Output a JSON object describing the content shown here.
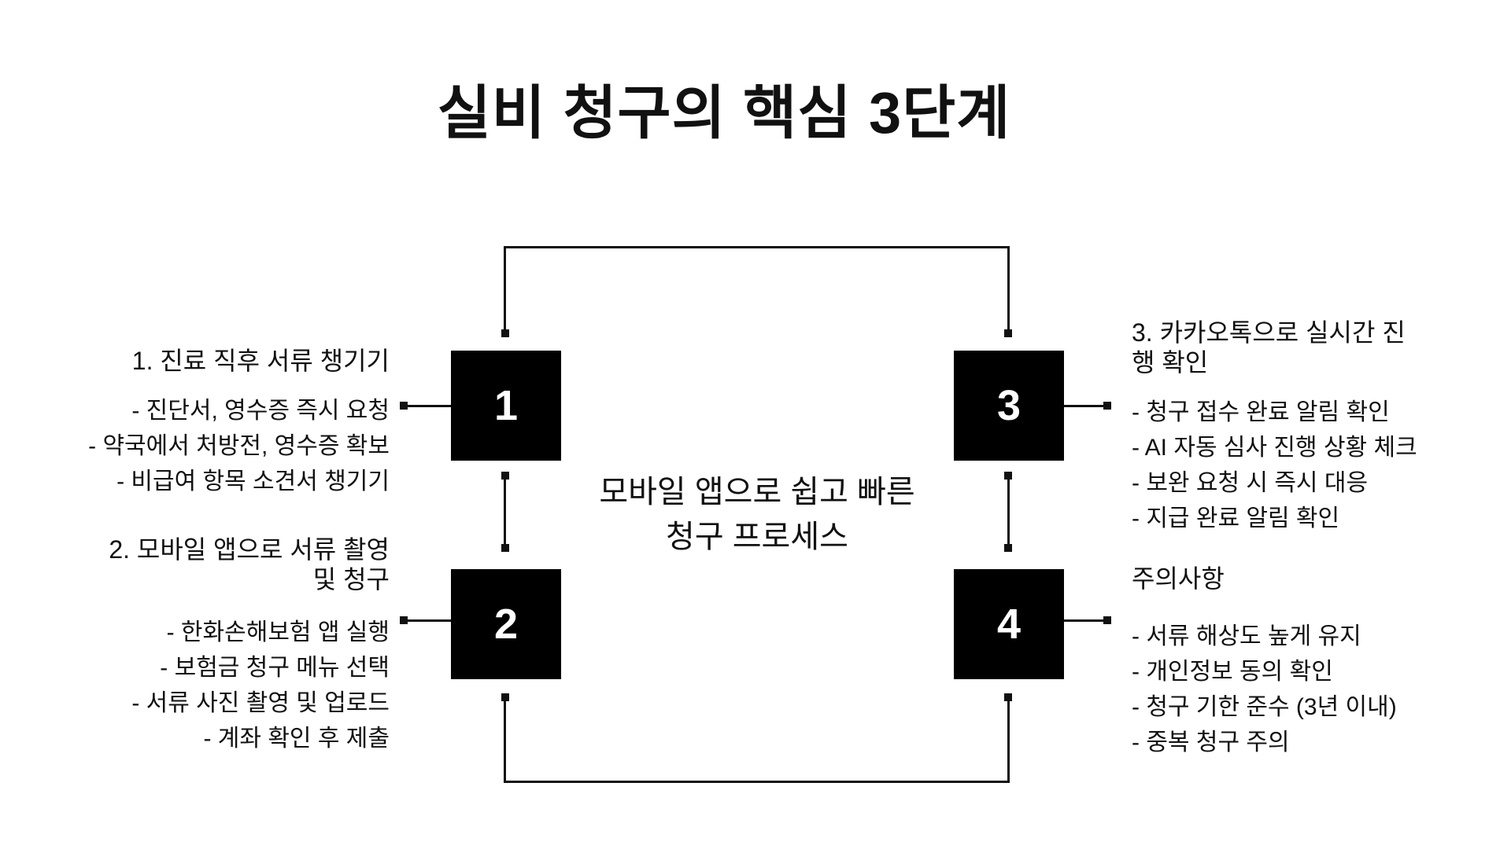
{
  "title": "실비 청구의 핵심 3단계",
  "center": {
    "lines": [
      "모바일 앱으로 쉽고 빠른",
      "청구 프로세스"
    ]
  },
  "boxes": [
    {
      "number": "1"
    },
    {
      "number": "2"
    },
    {
      "number": "3"
    },
    {
      "number": "4"
    }
  ],
  "sections": {
    "step1": {
      "heading_lines": [
        "1. 진료 직후 서류 챙기기"
      ],
      "bullets": [
        "- 진단서, 영수증 즉시 요청",
        "- 약국에서 처방전, 영수증 확보",
        "- 비급여 항목 소견서 챙기기"
      ]
    },
    "step2": {
      "heading_lines": [
        "2. 모바일 앱으로 서류 촬영",
        "및 청구"
      ],
      "bullets": [
        "- 한화손해보험 앱 실행",
        "- 보험금 청구 메뉴 선택",
        "- 서류 사진 촬영 및 업로드",
        "- 계좌 확인 후 제출"
      ]
    },
    "step3": {
      "heading_lines": [
        "3. 카카오톡으로 실시간 진",
        "행 확인"
      ],
      "bullets": [
        "- 청구 접수 완료 알림 확인",
        "- AI 자동 심사 진행 상황 체크",
        "- 보완 요청 시 즉시 대응",
        "- 지급 완료 알림 확인"
      ]
    },
    "notes": {
      "heading_lines": [
        "주의사항"
      ],
      "bullets": [
        "- 서류 해상도 높게 유지",
        "- 개인정보 동의 확인",
        "- 청구 기한 준수 (3년 이내)",
        "- 중복 청구 주의"
      ]
    }
  },
  "colors": {
    "background": "#ffffff",
    "box_fill": "#000000",
    "box_number": "#ffffff",
    "text": "#111111",
    "line": "#111111"
  }
}
